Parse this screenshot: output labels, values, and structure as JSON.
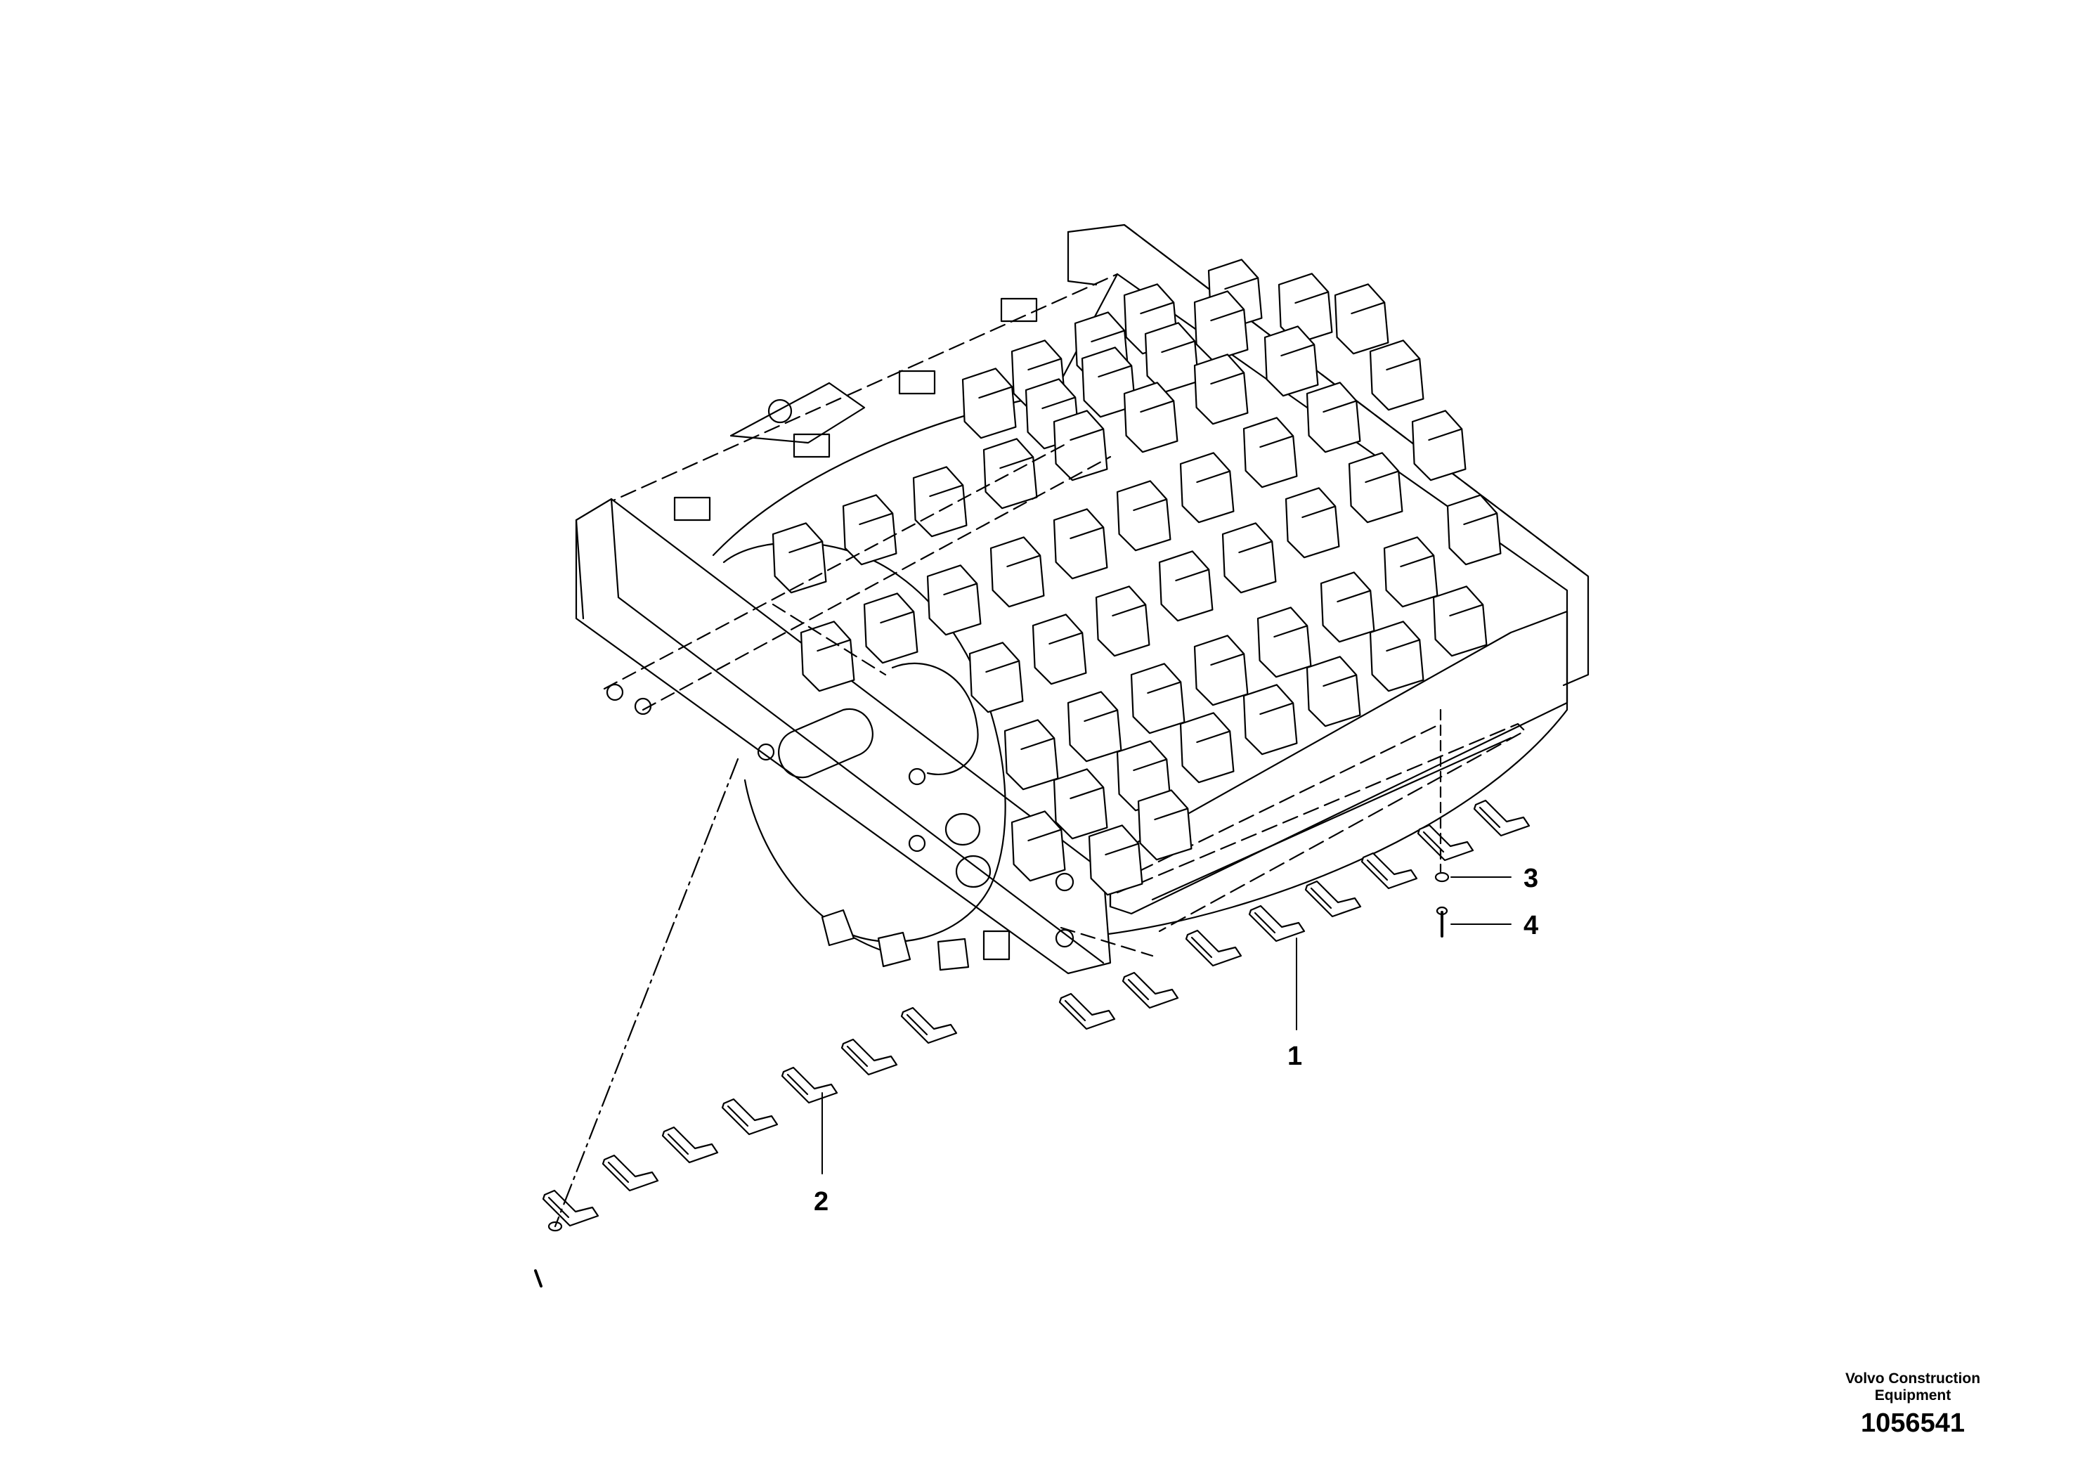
{
  "callouts": {
    "c1": "1",
    "c2": "2",
    "c3": "3",
    "c4": "4"
  },
  "brand": {
    "line1": "Volvo Construction",
    "line2": "Equipment",
    "drawing_number": "1056541"
  },
  "style": {
    "line_color": "#000000",
    "pad_fill": "#ffffff",
    "background": "#ffffff"
  }
}
